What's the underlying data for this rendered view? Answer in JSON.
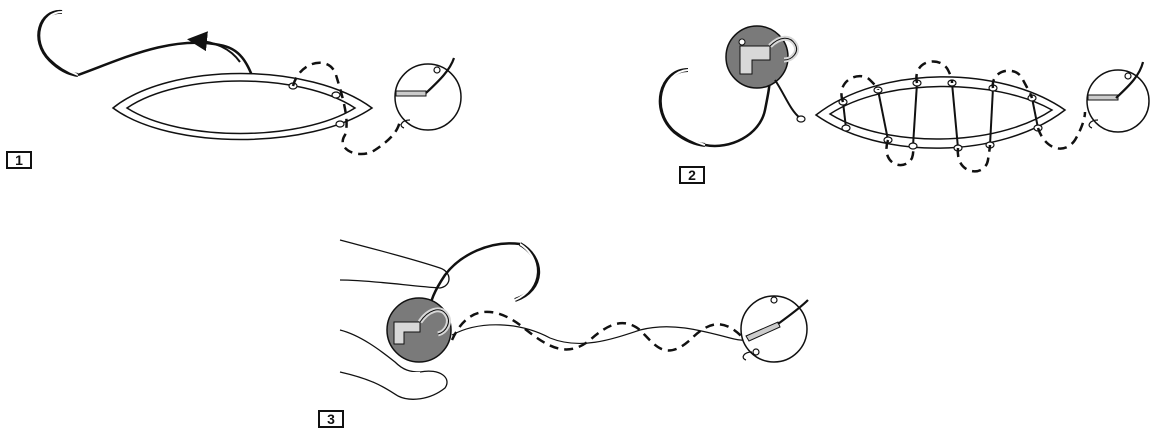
{
  "steps": [
    {
      "label": "1"
    },
    {
      "label": "2"
    },
    {
      "label": "3"
    }
  ],
  "colors": {
    "ink": "#111111",
    "knot_fill": "#7a7a7a",
    "thread_fill": "#cfcfcf",
    "paper": "#ffffff"
  }
}
